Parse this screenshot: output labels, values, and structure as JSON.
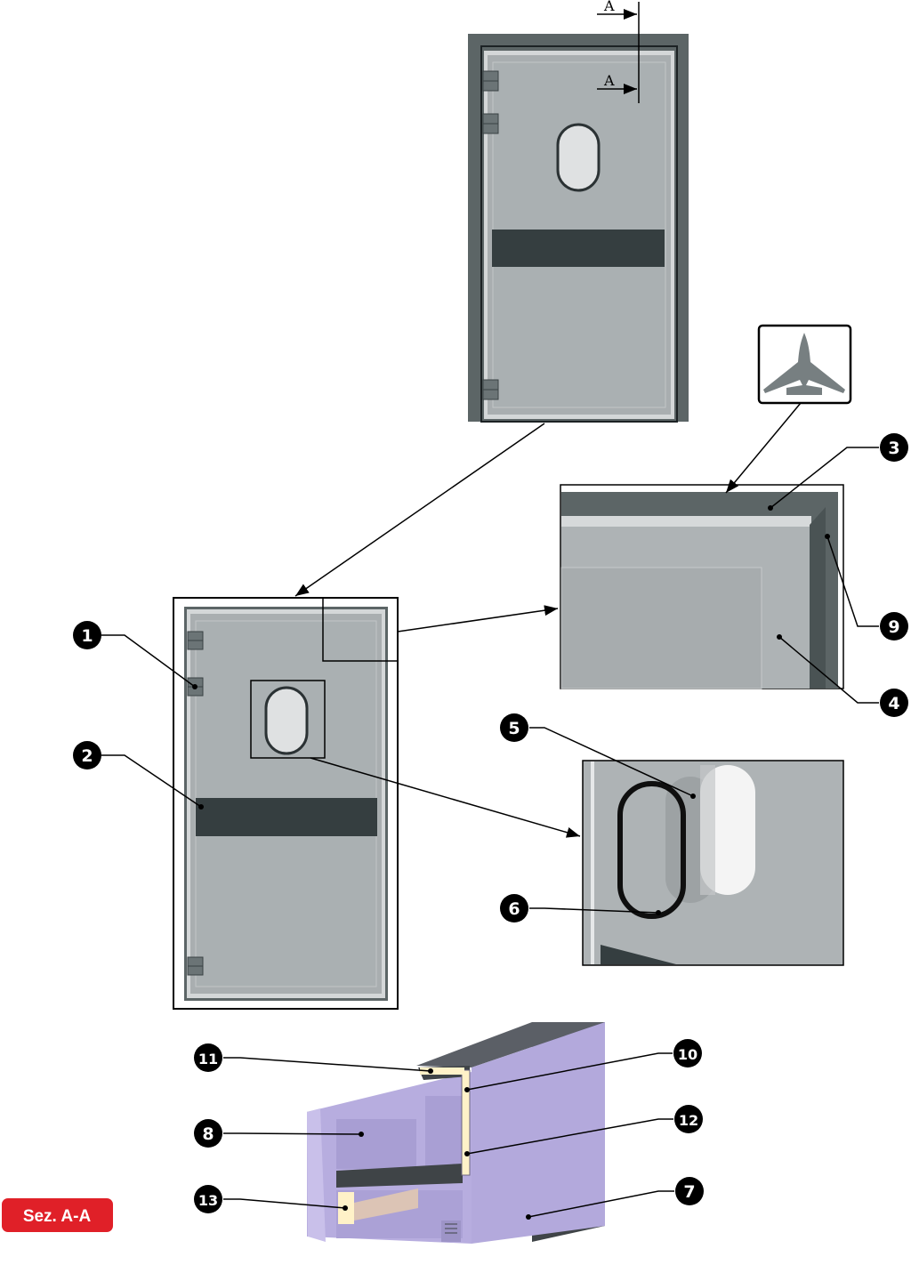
{
  "section_marker": {
    "letter": "A"
  },
  "callouts": [
    {
      "id": "1",
      "label": "1"
    },
    {
      "id": "2",
      "label": "2"
    },
    {
      "id": "3",
      "label": "3"
    },
    {
      "id": "4",
      "label": "4"
    },
    {
      "id": "5",
      "label": "5"
    },
    {
      "id": "6",
      "label": "6"
    },
    {
      "id": "7",
      "label": "7"
    },
    {
      "id": "8",
      "label": "8"
    },
    {
      "id": "9",
      "label": "9"
    },
    {
      "id": "10",
      "label": "10"
    },
    {
      "id": "11",
      "label": "11"
    },
    {
      "id": "12",
      "label": "12"
    },
    {
      "id": "13",
      "label": "13"
    }
  ],
  "section_badge": {
    "label": "Sez. A-A",
    "color": "#e02028"
  },
  "icons": {
    "detail_symbol": "airplane-icon"
  },
  "colors": {
    "frame": "#5c6566",
    "door_panel": "#a9aeb0",
    "kick_plate": "#353e40",
    "profile": "#b3a9dc",
    "insert": "#f2e6b8"
  }
}
